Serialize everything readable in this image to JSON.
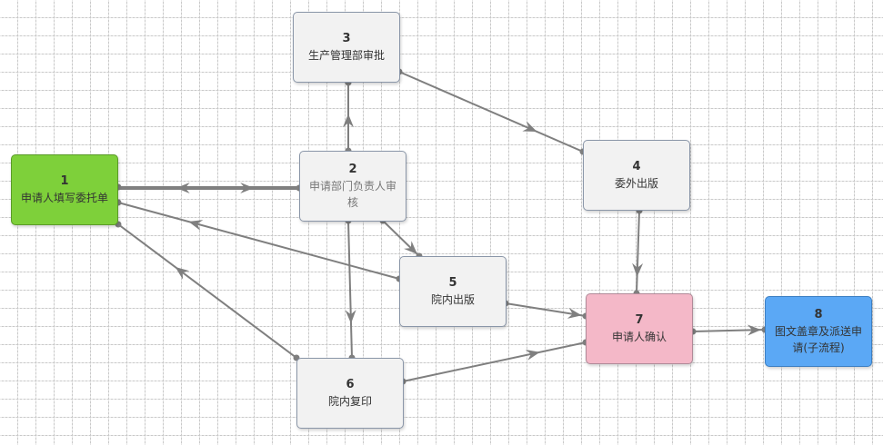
{
  "nodes": [
    {
      "id": "n1",
      "num": "1",
      "label": "申请人填写委托单"
    },
    {
      "id": "n2",
      "num": "2",
      "label": "申请部门负责人审核"
    },
    {
      "id": "n3",
      "num": "3",
      "label": "生产管理部审批"
    },
    {
      "id": "n4",
      "num": "4",
      "label": "委外出版"
    },
    {
      "id": "n5",
      "num": "5",
      "label": "院内出版"
    },
    {
      "id": "n6",
      "num": "6",
      "label": "院内复印"
    },
    {
      "id": "n7",
      "num": "7",
      "label": "申请人确认"
    },
    {
      "id": "n8",
      "num": "8",
      "label": "图文盖章及派送申请(子流程)"
    }
  ],
  "edges": [
    {
      "from": "1",
      "to": "2"
    },
    {
      "from": "2",
      "to": "1"
    },
    {
      "from": "2",
      "to": "3"
    },
    {
      "from": "3",
      "to": "4"
    },
    {
      "from": "2",
      "to": "5"
    },
    {
      "from": "2",
      "to": "6"
    },
    {
      "from": "4",
      "to": "7"
    },
    {
      "from": "5",
      "to": "7"
    },
    {
      "from": "5",
      "to": "1"
    },
    {
      "from": "6",
      "to": "1"
    },
    {
      "from": "6",
      "to": "7"
    },
    {
      "from": "7",
      "to": "8"
    }
  ],
  "colors": {
    "edge": "#7f7f7f",
    "node_default": "#f2f2f2",
    "node_start": "#7ed03a",
    "node_confirm": "#f4b8c8",
    "node_subflow": "#5ba8f5"
  }
}
